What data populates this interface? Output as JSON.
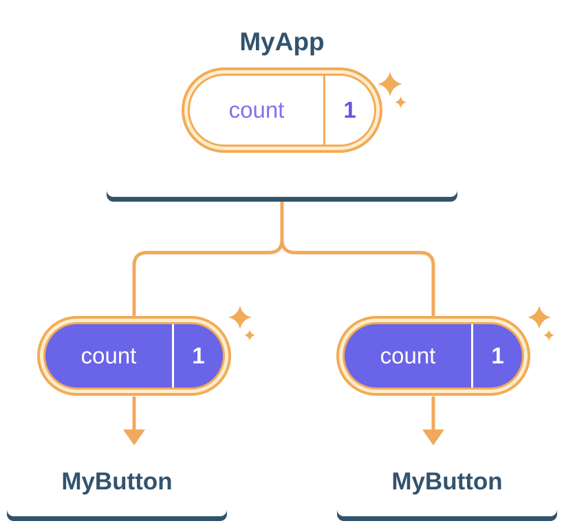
{
  "diagram": {
    "root": {
      "title": "MyApp",
      "state": {
        "name": "count",
        "value": "1"
      }
    },
    "children": [
      {
        "title": "MyButton",
        "state": {
          "name": "count",
          "value": "1"
        }
      },
      {
        "title": "MyButton",
        "state": {
          "name": "count",
          "value": "1"
        }
      }
    ],
    "colors": {
      "accent_orange": "#f2ab57",
      "pill_ring_cream": "#fdeecd",
      "purple_fill": "#6a64e8",
      "purple_label_text": "#7d74ee",
      "purple_value_text": "#6356e2",
      "navy_text": "#33536e",
      "card_shadow": "#33536b",
      "card_background": "#ffffff",
      "pill_text_on_purple": "#ffffff"
    }
  }
}
